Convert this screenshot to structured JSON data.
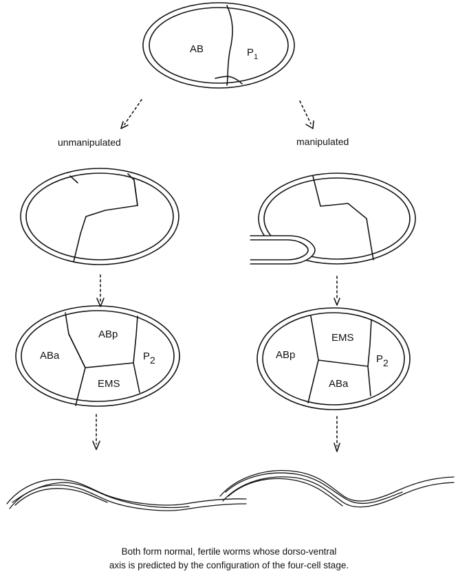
{
  "two_cell": {
    "left_label": "AB",
    "right_label": "P",
    "right_sub": "1"
  },
  "branches": {
    "left": "unmanipulated",
    "right": "manipulated"
  },
  "four_cell_left": {
    "top": "ABp",
    "left": "ABa",
    "bottom": "EMS",
    "right": "P",
    "right_sub": "2"
  },
  "four_cell_right": {
    "top": "EMS",
    "left": "ABp",
    "bottom": "ABa",
    "right": "P",
    "right_sub": "2"
  },
  "caption": {
    "line1": "Both form normal, fertile worms whose dorso-ventral",
    "line2": "axis is predicted by the configuration of the four-cell stage."
  }
}
